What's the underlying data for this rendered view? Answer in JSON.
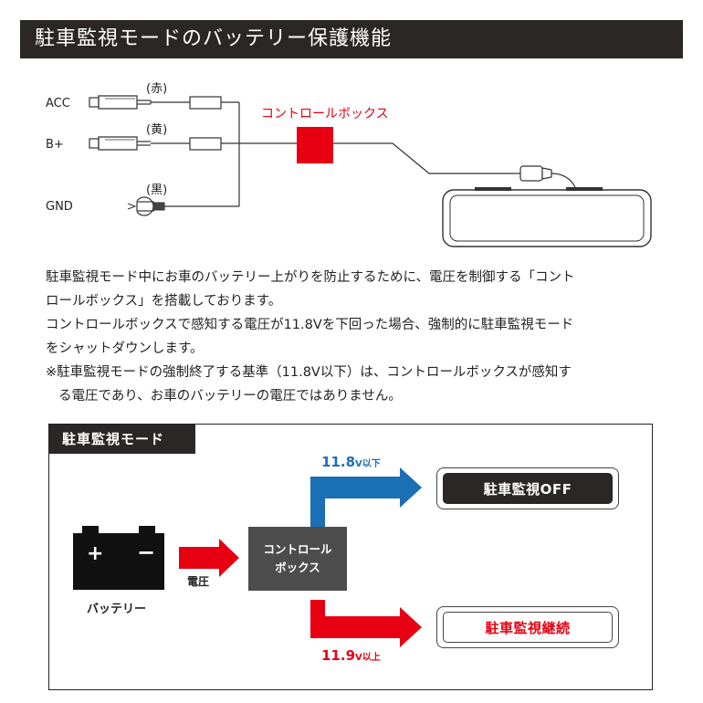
{
  "header": {
    "title": "駐車監視モードのバッテリー保護機能"
  },
  "wiring": {
    "acc_label": "ACC",
    "acc_color": "(赤)",
    "bplus_label": "B+",
    "bplus_color": "(黄)",
    "gnd_label": "GND",
    "gnd_color": "(黒)",
    "control_box_label": "コントロールボックス",
    "accent_color": "#e60012"
  },
  "description": {
    "line1": "駐車監視モード中にお車のバッテリー上がりを防止するために、電圧を制御する「コント",
    "line2": "ロールボックス」を搭載しております。",
    "line3": "コントロールボックスで感知する電圧が11.8Vを下回った場合、強制的に駐車監視モード",
    "line4": "をシャットダウンします。",
    "line5": "※駐車監視モードの強制終了する基準（11.8V以下）は、コントロールボックスが感知す",
    "line6": "る電圧であり、お車のバッテリーの電圧ではありません。"
  },
  "diagram": {
    "tab_title": "駐車監視モード",
    "battery_label": "バッテリー",
    "battery_plus": "+",
    "battery_minus": "−",
    "voltage_label": "電圧",
    "control_box_line1": "コントロール",
    "control_box_line2": "ボックス",
    "upper_voltage": "11.8",
    "upper_suffix": "V以下",
    "lower_voltage": "11.9",
    "lower_suffix": "V以上",
    "off_label": "駐車監視OFF",
    "continue_label": "駐車監視継続",
    "blue_color": "#1a6fb5",
    "red_color": "#e60012",
    "dark_color": "#2a2726"
  }
}
